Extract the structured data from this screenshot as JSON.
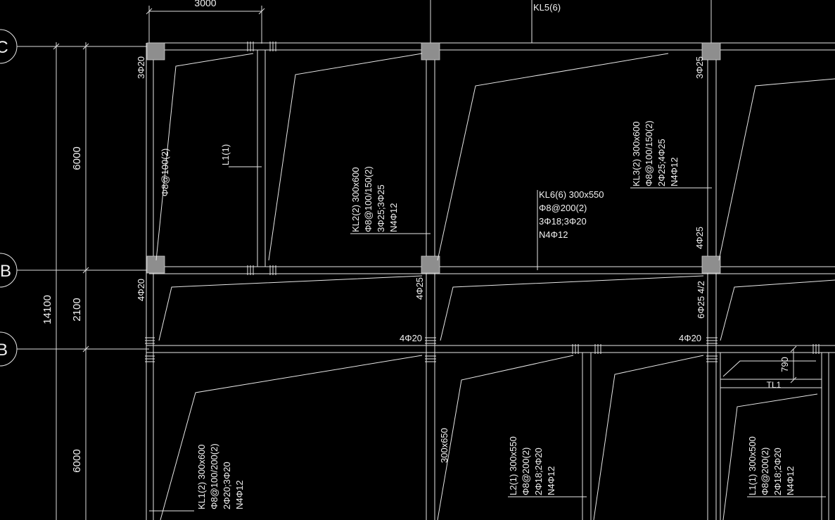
{
  "drawing": {
    "grid_labels": {
      "c": "C",
      "b1": "B",
      "b2": "B"
    },
    "dims": {
      "top_span": "3000",
      "vert_6000_top": "6000",
      "vert_2100": "2100",
      "vert_14100": "14100",
      "vert_6000_bottom": "6000",
      "small_790": "790"
    },
    "beams": {
      "kl5": "KL5(6)",
      "l1_upper": "L1(1)",
      "kl2": [
        "KL2(2) 300x600",
        "Φ8@100/150(2)",
        "3Φ25;3Φ25",
        "N4Φ12"
      ],
      "kl6": [
        "KL6(6) 300x550",
        "Φ8@200(2)",
        "3Φ18;3Φ20",
        "N4Φ12"
      ],
      "kl3": [
        "KL3(2) 300x600",
        "Φ8@100/150(2)",
        "2Φ25;4Φ25",
        "N4Φ12"
      ],
      "kl1": [
        "KL1(2) 300x600",
        "Φ8@100/200(2)",
        "2Φ20;3Φ20",
        "N4Φ12"
      ],
      "l2": [
        "L2(1) 300x550",
        "Φ8@200(2)",
        "2Φ18;2Φ20",
        "N4Φ12"
      ],
      "l1_lower": [
        "L1(1) 300x500",
        "Φ8@200(2)",
        "2Φ18;2Φ20",
        "N4Φ12"
      ],
      "size_300x650": "300x650",
      "tl1": "TL1"
    },
    "rebar": {
      "top_left_3phi20": "3Φ20",
      "phi8_100": "Φ8@100(2)",
      "right_3phi25": "3Φ25",
      "right_4phi25": "4Φ25",
      "mid_left_4phi20": "4Φ20",
      "mid_center_4phi25": "4Φ25",
      "mid_right_6phi25": "6Φ25 4/2",
      "bottom_4phi20_a": "4Φ20",
      "bottom_4phi20_b": "4Φ20"
    }
  }
}
